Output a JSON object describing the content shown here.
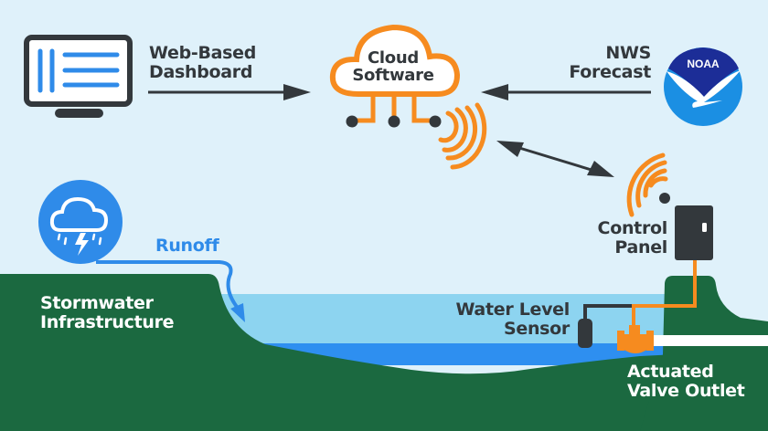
{
  "title": "Automated stormwater control system diagram",
  "labels": {
    "dashboard": [
      "Web-Based",
      "Dashboard"
    ],
    "cloud": [
      "Cloud",
      "Software"
    ],
    "forecast": [
      "NWS",
      "Forecast"
    ],
    "control_panel": [
      "Control",
      "Panel"
    ],
    "runoff": "Runoff",
    "stormwater": [
      "Stormwater",
      "Infrastructure"
    ],
    "sensor": [
      "Water Level",
      "Sensor"
    ],
    "valve": [
      "Actuated",
      "Valve Outlet"
    ],
    "noaa_logo_text": "NOAA"
  },
  "flows": [
    {
      "from": "dashboard",
      "to": "cloud",
      "direction": "one-way"
    },
    {
      "from": "forecast",
      "to": "cloud",
      "direction": "one-way"
    },
    {
      "from": "cloud",
      "to": "control_panel",
      "direction": "two-way"
    },
    {
      "from": "stormwater",
      "to": "pond",
      "label": "Runoff"
    }
  ],
  "colors": {
    "sky": "#dff1fa",
    "ground": "#1b6940",
    "orange": "#f68b1f",
    "dark": "#33383c",
    "blue": "#2f8be9",
    "light_water": "#8dd4f0",
    "deep_water": "#2e8ff0",
    "noaa_navy": "#1c2d97",
    "noaa_blue": "#1b8fe3"
  }
}
